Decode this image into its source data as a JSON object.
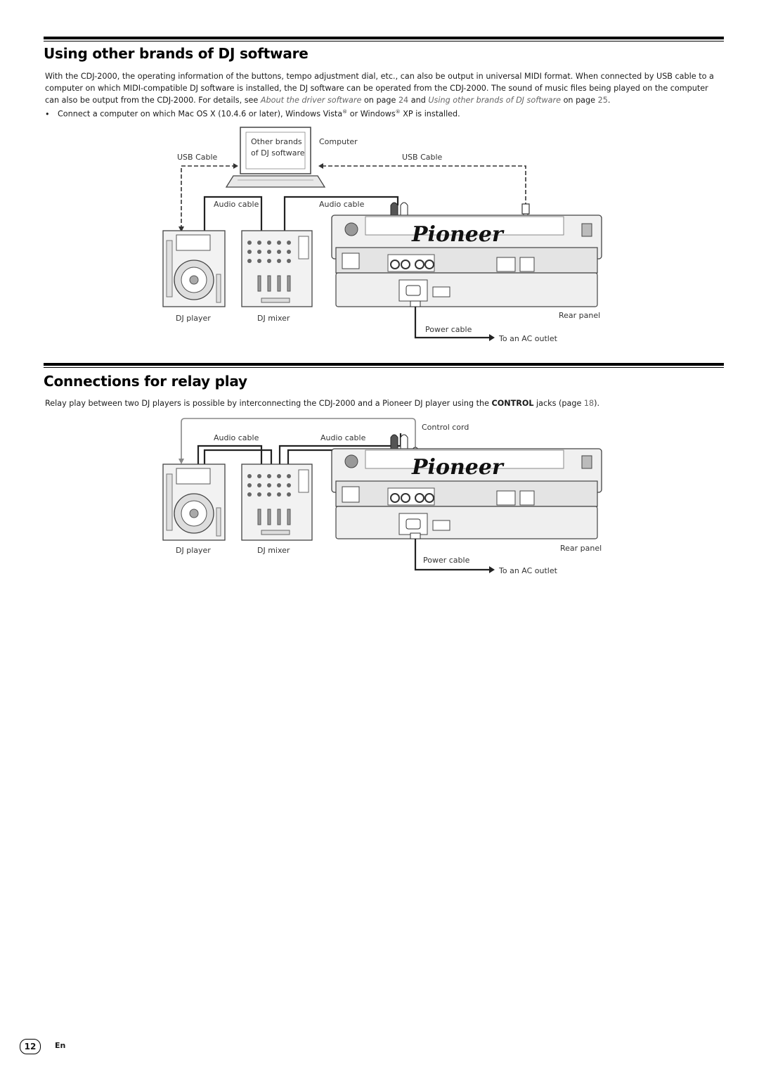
{
  "section1": {
    "title": "Using other brands of DJ software",
    "para_a": "With the CDJ-2000, the operating information of the buttons, tempo adjustment dial, etc., can also be output in universal MIDI format. When connected by USB cable to a computer on which MIDI-compatible DJ software is installed, the DJ software can be operated from the CDJ-2000. The sound of music files being played on the computer can also be output from the CDJ-2000. For details, see ",
    "ref1": "About the driver software",
    "para_b": " on page ",
    "page1": "24",
    "para_c": " and ",
    "ref2": "Using other brands of DJ software",
    "para_d": " on page ",
    "page2": "25",
    "para_e": ".",
    "bullet": "•",
    "bullet_a": "Connect a computer on which Mac OS X (10.4.6 or later), Windows Vista",
    "reg": "®",
    "bullet_b": " or Windows",
    "bullet_c": " XP is installed.",
    "diagram": {
      "screen_line1": "Other brands",
      "screen_line2": "of DJ software",
      "computer": "Computer",
      "usb_left": "USB Cable",
      "usb_right": "USB Cable",
      "audio_left": "Audio cable",
      "audio_right": "Audio cable",
      "dj_player": "DJ player",
      "dj_mixer": "DJ mixer",
      "rear_panel": "Rear panel",
      "power_cable": "Power cable",
      "ac_outlet": "To an AC outlet",
      "brand": "Pioneer"
    }
  },
  "section2": {
    "title": "Connections for relay play",
    "para_a": "Relay play between two DJ players is possible by interconnecting the CDJ-2000 and a Pioneer DJ player using the ",
    "control": "CONTROL",
    "para_b": " jacks (page ",
    "page": "18",
    "para_c": ").",
    "diagram": {
      "control_cord": "Control cord",
      "audio_left": "Audio cable",
      "audio_right": "Audio cable",
      "dj_player": "DJ player",
      "dj_mixer": "DJ mixer",
      "rear_panel": "Rear panel",
      "power_cable": "Power cable",
      "ac_outlet": "To an AC outlet",
      "brand": "Pioneer"
    }
  },
  "footer": {
    "page_number": "12",
    "language": "En"
  }
}
